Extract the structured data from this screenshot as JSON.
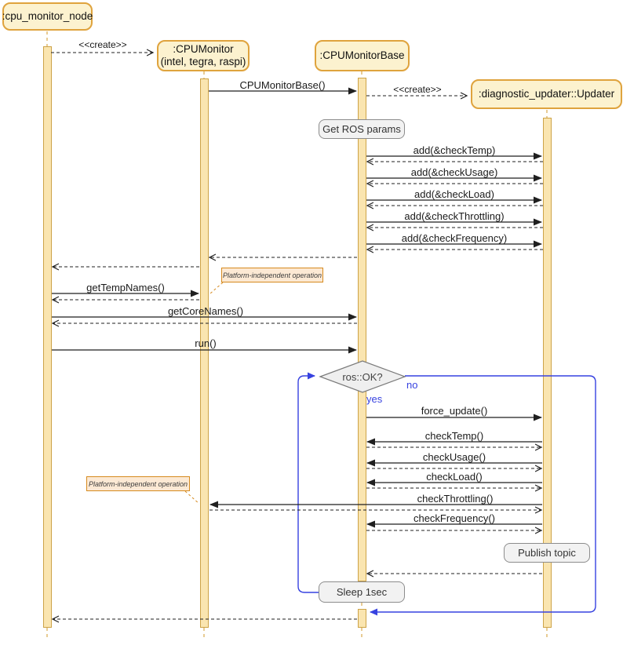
{
  "diagram": {
    "participants": [
      {
        "label": ":cpu_monitor_node"
      },
      {
        "label": ":CPUMonitor",
        "sublabel": "(intel, tegra, raspi)"
      },
      {
        "label": ":CPUMonitorBase"
      },
      {
        "label": ":diagnostic_updater::Updater"
      }
    ],
    "messages": {
      "create_cpumonitor": "<<create>>",
      "cpumonitorbase_ctor": "CPUMonitorBase()",
      "create_updater": "<<create>>",
      "add_check_temp": "add(&checkTemp)",
      "add_check_usage": "add(&checkUsage)",
      "add_check_load": "add(&checkLoad)",
      "add_check_throttling": "add(&checkThrottling)",
      "add_check_frequency": "add(&checkFrequency)",
      "get_temp_names": "getTempNames()",
      "get_core_names": "getCoreNames()",
      "run": "run()",
      "force_update": "force_update()",
      "check_temp": "checkTemp()",
      "check_usage": "checkUsage()",
      "check_load": "checkLoad()",
      "check_throttling": "checkThrottling()",
      "check_frequency": "checkFrequency()"
    },
    "notes": {
      "get_ros_params": "Get ROS params",
      "platform_note_1": "Platform-independent operation",
      "platform_note_2": "Platform-independent operation",
      "publish_topic": "Publish topic",
      "sleep": "Sleep 1sec"
    },
    "decision": {
      "condition": "ros::OK?",
      "no_label": "no",
      "yes_label": "yes"
    },
    "colors": {
      "participant_fill": "#FCF2CF",
      "participant_border": "#DFA33D",
      "activation_fill": "#FAE5B0",
      "activation_border": "#CDA348",
      "note_gray_fill": "#F2F2F2",
      "note_gray_border": "#8C8C8C",
      "note_orange_fill": "#FCE9D4",
      "note_orange_border": "#D68A1E",
      "loop_blue": "#3742E0",
      "arrow_black": "#1F1F1F",
      "lifeline_dash": "#D9A94C"
    }
  }
}
